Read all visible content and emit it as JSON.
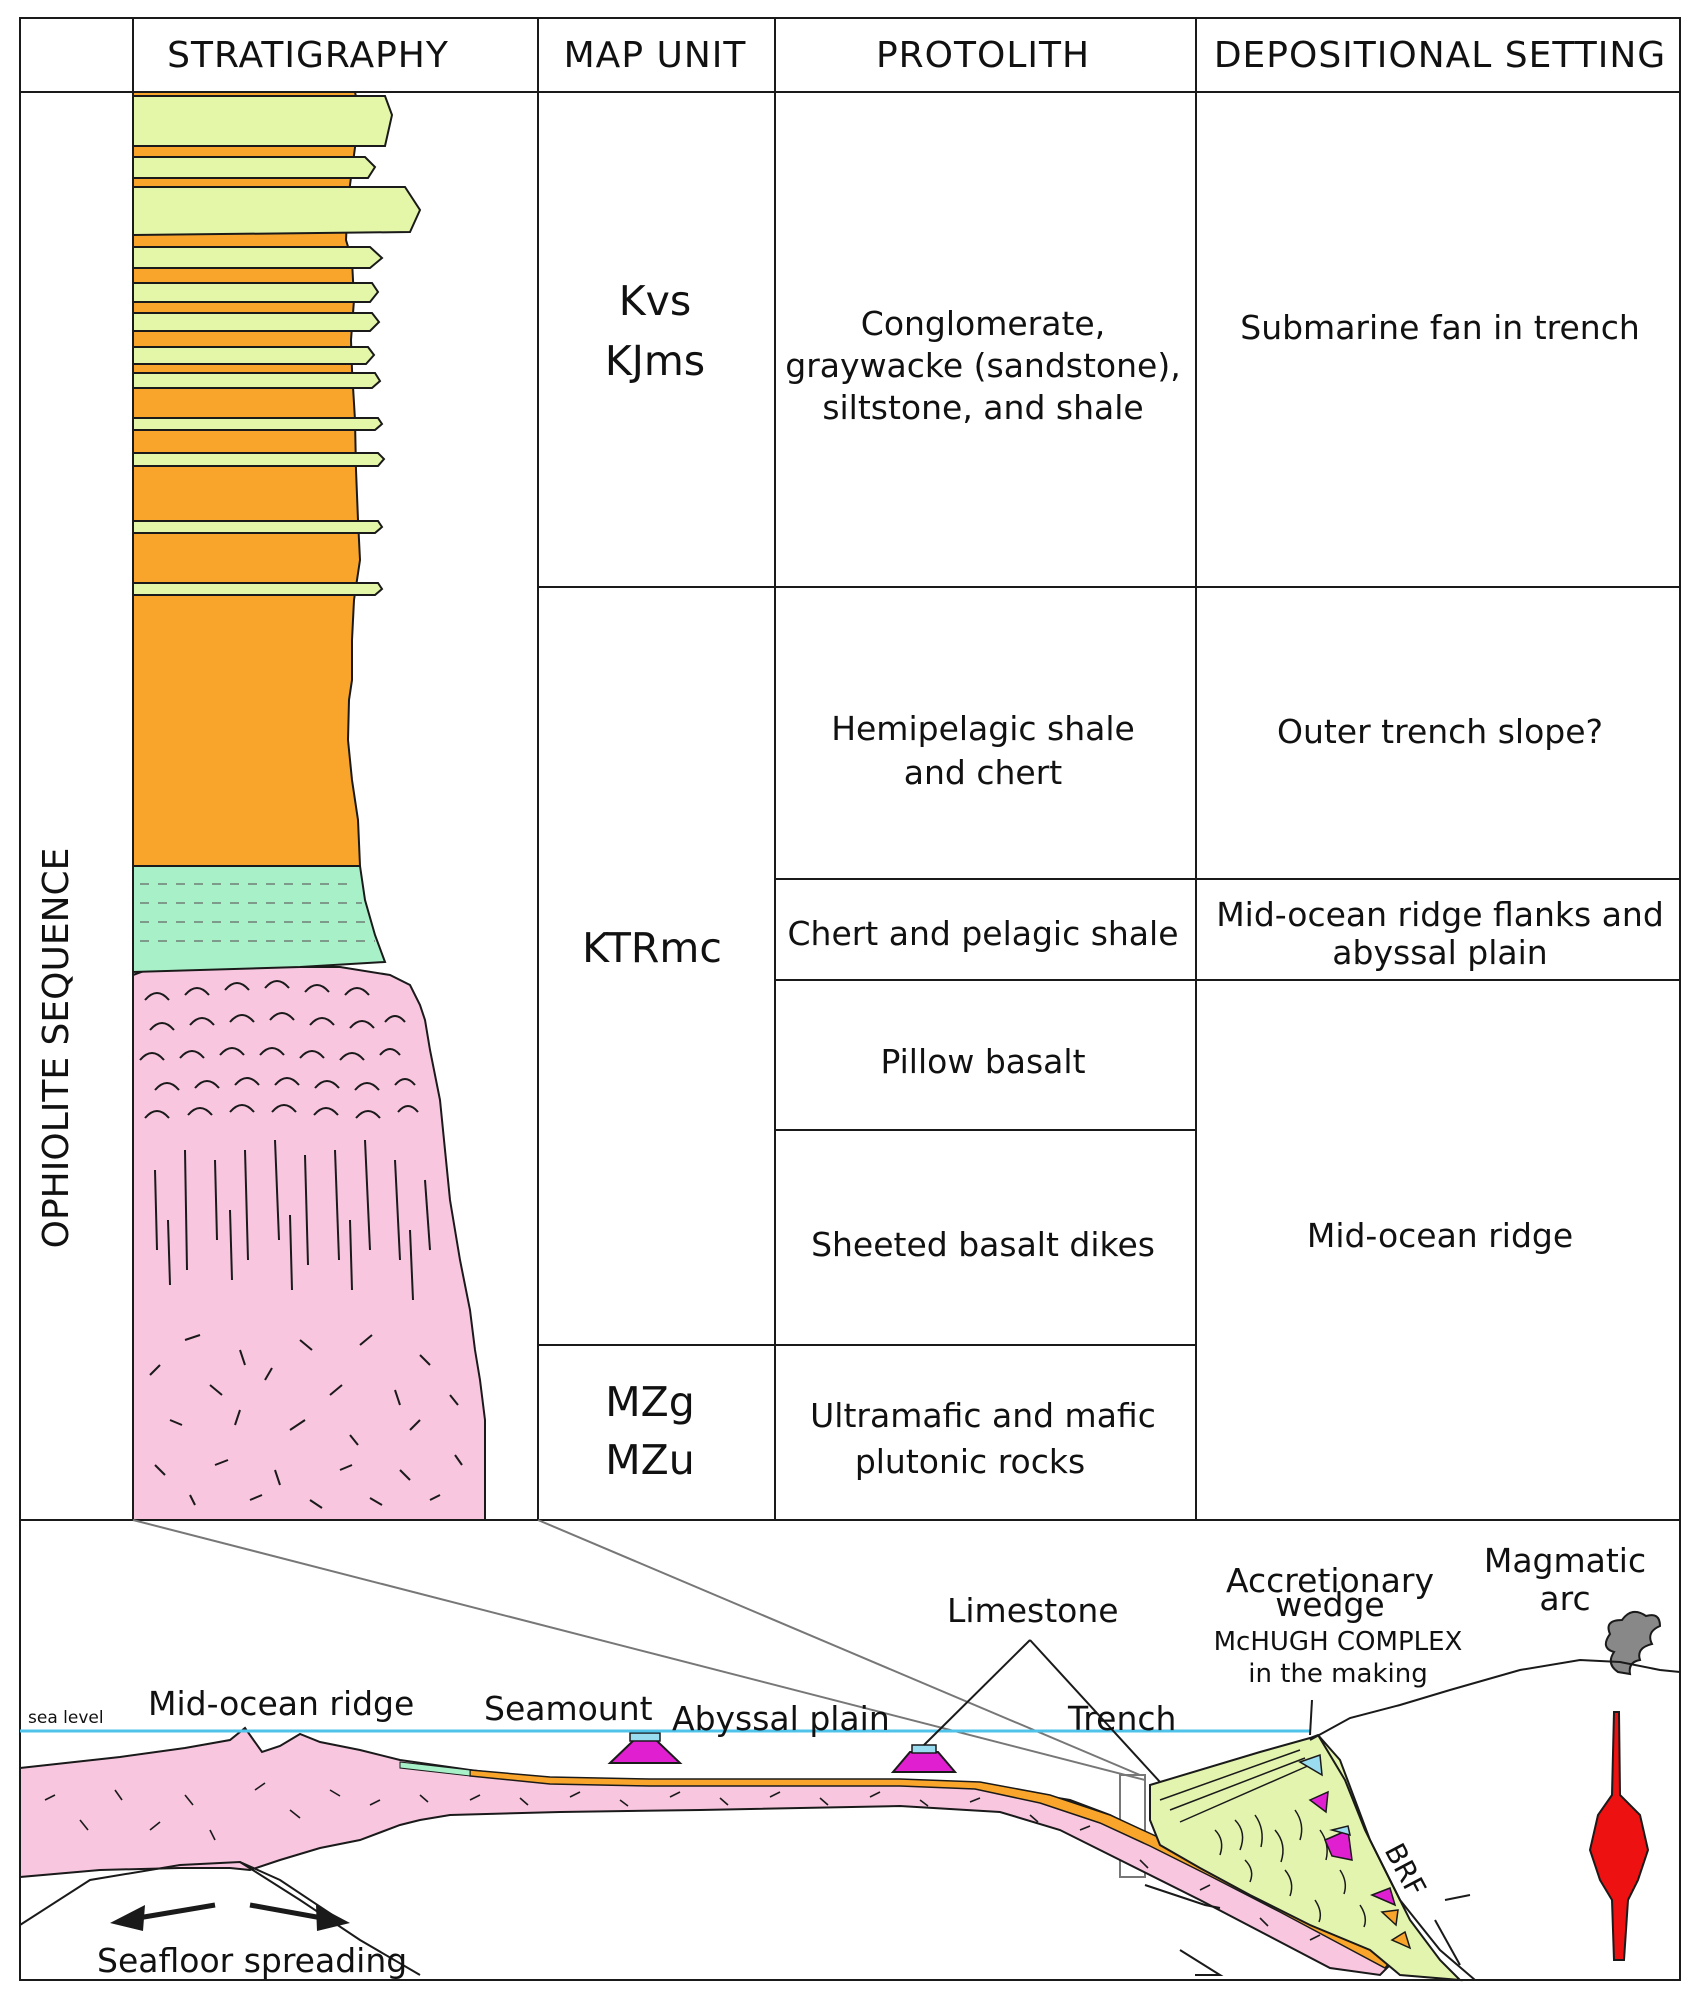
{
  "headers": {
    "stratigraphy": "STRATIGRAPHY",
    "map_unit": "MAP UNIT",
    "protolith": "PROTOLITH",
    "depositional_setting": "DEPOSITIONAL SETTING"
  },
  "side_label": "OPHIOLITE SEQUENCE",
  "map_units": {
    "upper": [
      "Kvs",
      "KJms"
    ],
    "middle": [
      "KTRmc"
    ],
    "lower": [
      "MZg",
      "MZu"
    ]
  },
  "protolith": {
    "conglomerate": [
      "Conglomerate,",
      "graywacke (sandstone),",
      "siltstone, and shale"
    ],
    "hemipelagic": [
      "Hemipelagic shale",
      "and chert"
    ],
    "chert": [
      "Chert and pelagic shale"
    ],
    "pillow": [
      "Pillow basalt"
    ],
    "sheeted": [
      "Sheeted basalt dikes"
    ],
    "plutonic": [
      "Ultramafic and mafic",
      "plutonic rocks"
    ]
  },
  "setting": {
    "fan": [
      "Submarine fan in trench"
    ],
    "outer_slope": [
      "Outer trench slope?"
    ],
    "flanks": [
      "Mid-ocean ridge flanks and",
      "abyssal plain"
    ],
    "ridge": [
      "Mid-ocean ridge"
    ]
  },
  "cross_section": {
    "sea_level": "sea level",
    "mid_ocean_ridge": "Mid-ocean ridge",
    "seamount": "Seamount",
    "abyssal_plain": "Abyssal plain",
    "limestone": "Limestone",
    "trench": "Trench",
    "accretionary_wedge": [
      "Accretionary",
      "wedge"
    ],
    "mchugh": [
      "McHUGH COMPLEX",
      "in the making"
    ],
    "magmatic_arc": [
      "Magmatic",
      "arc"
    ],
    "brf": "BRF",
    "seafloor_spreading": "Seafloor spreading"
  },
  "colors": {
    "sandstone_beds": "#e4f7a9",
    "shale_orange": "#f9a52b",
    "chert_green": "#a8f0c8",
    "basalt_pink": "#f9c6e0",
    "seamount_magenta": "#e020d0",
    "magma_red": "#ee1111",
    "sea_level_blue": "#4fc3ea",
    "wedge_green": "#e3f4ae",
    "limestone_cyan": "#9adcf0"
  },
  "icons": [
    "volcano-smoke-icon",
    "spreading-arrow-left-icon",
    "spreading-arrow-right-icon",
    "fault-arrow-icon"
  ]
}
